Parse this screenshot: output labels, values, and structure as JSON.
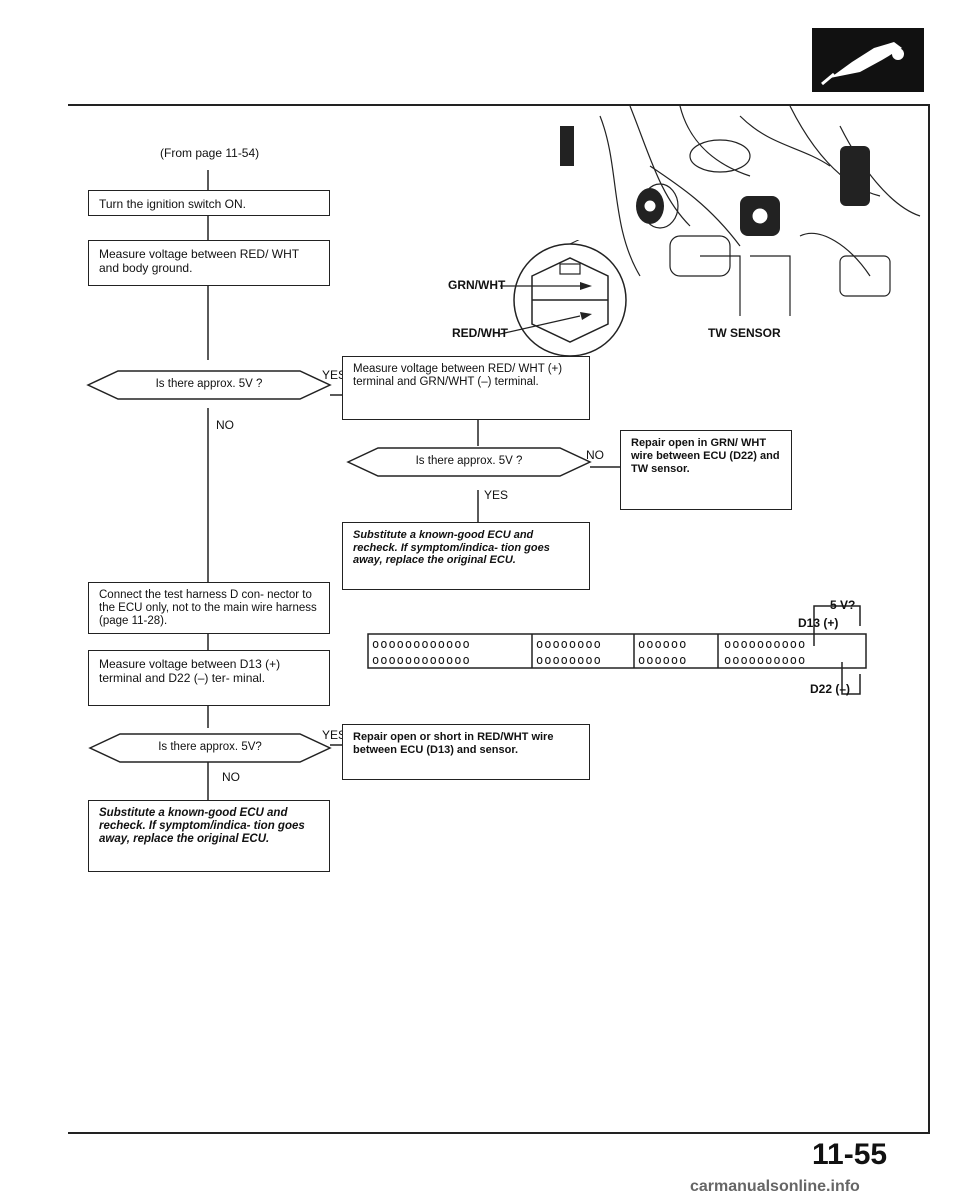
{
  "page": {
    "from_ref": "(From page 11-54)",
    "page_number": "11-55",
    "footer_url": "carmanualsonline.info"
  },
  "flow": {
    "step1": "Turn the ignition switch ON.",
    "step2": "Measure voltage between RED/ WHT and body ground.",
    "q1": "Is there approx. 5V ?",
    "q1_yes": "YES",
    "q1_no": "NO",
    "step3": "Measure voltage between RED/ WHT (+) terminal and GRN/WHT (–) terminal.",
    "q2": "Is there approx. 5V ?",
    "q2_no": "NO",
    "q2_yes": "YES",
    "repair1": "Repair open in GRN/ WHT wire between ECU (D22) and TW sensor.",
    "substitute1": "Substitute a known-good ECU and recheck. If symptom/indica- tion goes away, replace the original ECU.",
    "step4": "Connect the test harness D con- nector to the ECU only, not to the main wire harness (page 11-28).",
    "step5": "Measure voltage between D13 (+) terminal and D22 (–) ter- minal.",
    "q3": "Is there approx. 5V?",
    "q3_yes": "YES",
    "q3_no": "NO",
    "repair2": "Repair open or short in RED/WHT wire between ECU (D13) and sensor.",
    "substitute2": "Substitute a known-good ECU and recheck. If symptom/indica- tion goes away, replace the original ECU."
  },
  "illustration": {
    "grn_wht": "GRN/WHT",
    "red_wht": "RED/WHT",
    "tw_sensor": "TW SENSOR"
  },
  "connector": {
    "top_label": "5 V?",
    "d13": "D13 (+)",
    "d22": "D22 (–)",
    "row_top": [
      "oooooooooooo",
      "oooooooo",
      "oooooo",
      "oooooooooo"
    ],
    "row_bottom": [
      "oooooooooooo",
      "oooooooo",
      "oooooo",
      "oooooooooo"
    ]
  }
}
